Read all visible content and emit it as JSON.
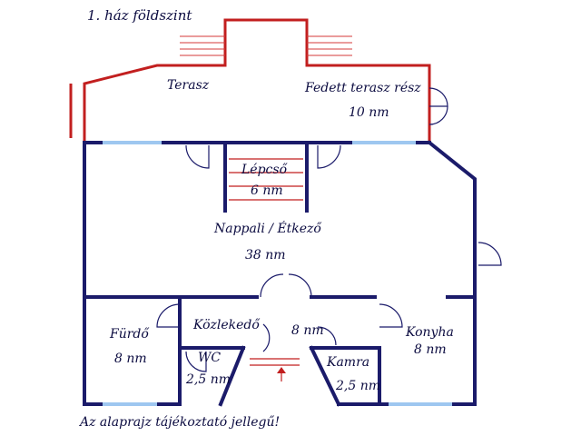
{
  "title": "1. ház földszint",
  "rooms": {
    "terasz": "Terasz",
    "fedett_terasz": "Fedett terasz rész",
    "fedett_terasz_area": "10 nm",
    "lepcso": "Lépcső",
    "lepcso_area": "6 nm",
    "nappali": "Nappali / Étkező",
    "nappali_area": "38 nm",
    "furdo": "Fürdő",
    "furdo_area": "8 nm",
    "kozlekedo": "Közlekedő",
    "kozlekedo_area": "8 nm",
    "wc": "WC",
    "wc_area": "2,5 nm",
    "kamra": "Kamra",
    "kamra_area": "2,5 nm",
    "konyha": "Konyha",
    "konyha_area": "8 nm"
  },
  "disclaimer": "Az alaprajz tájékoztató jellegű!",
  "colors": {
    "wall": "#1b1b6a",
    "terrace_outline": "#c21f1f",
    "window": "#9ec7f0"
  }
}
